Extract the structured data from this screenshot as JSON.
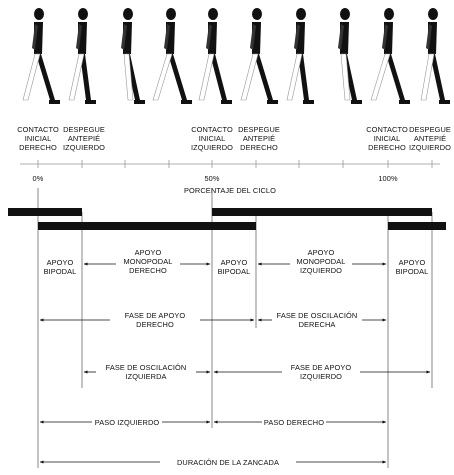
{
  "events": [
    {
      "line1": "CONTACTO",
      "line2": "INICIAL",
      "line3": "DERECHO"
    },
    {
      "line1": "DESPEGUE",
      "line2": "ANTEPIÉ",
      "line3": "IZQUIERDO"
    },
    {
      "line1": "CONTACTO",
      "line2": "INICIAL",
      "line3": "IZQUIERDO"
    },
    {
      "line1": "DESPEGUE",
      "line2": "ANTEPIÉ",
      "line3": "DERECHO"
    },
    {
      "line1": "CONTACTO",
      "line2": "INICIAL",
      "line3": "DERECHO"
    },
    {
      "line1": "DESPEGUE",
      "line2": "ANTEPIÉ",
      "line3": "IZQUIERDO"
    }
  ],
  "axis": {
    "tick_0": "0%",
    "tick_50": "50%",
    "tick_100": "100%",
    "title": "PORCENTAJE DEL CICLO"
  },
  "support": [
    {
      "line1": "APOYO",
      "line2": "BIPODAL",
      "line3": ""
    },
    {
      "line1": "APOYO",
      "line2": "MONOPODAL",
      "line3": "DERECHO"
    },
    {
      "line1": "APOYO",
      "line2": "BIPODAL",
      "line3": ""
    },
    {
      "line1": "APOYO",
      "line2": "MONOPODAL",
      "line3": "IZQUIERDO"
    },
    {
      "line1": "APOYO",
      "line2": "BIPODAL",
      "line3": ""
    }
  ],
  "phases": {
    "right_stance": {
      "line1": "FASE DE APOYO",
      "line2": "DERECHO"
    },
    "right_swing": {
      "line1": "FASE DE OSCILACIÓN",
      "line2": "DERECHA"
    },
    "left_swing": {
      "line1": "FASE DE OSCILACIÓN",
      "line2": "IZQUIERDA"
    },
    "left_stance": {
      "line1": "FASE DE APOYO",
      "line2": "IZQUIERDO"
    }
  },
  "steps": {
    "left": "PASO IZQUIERDO",
    "right": "PASO DERECHO"
  },
  "stride": "DURACIÓN DE LA ZANCADA"
}
